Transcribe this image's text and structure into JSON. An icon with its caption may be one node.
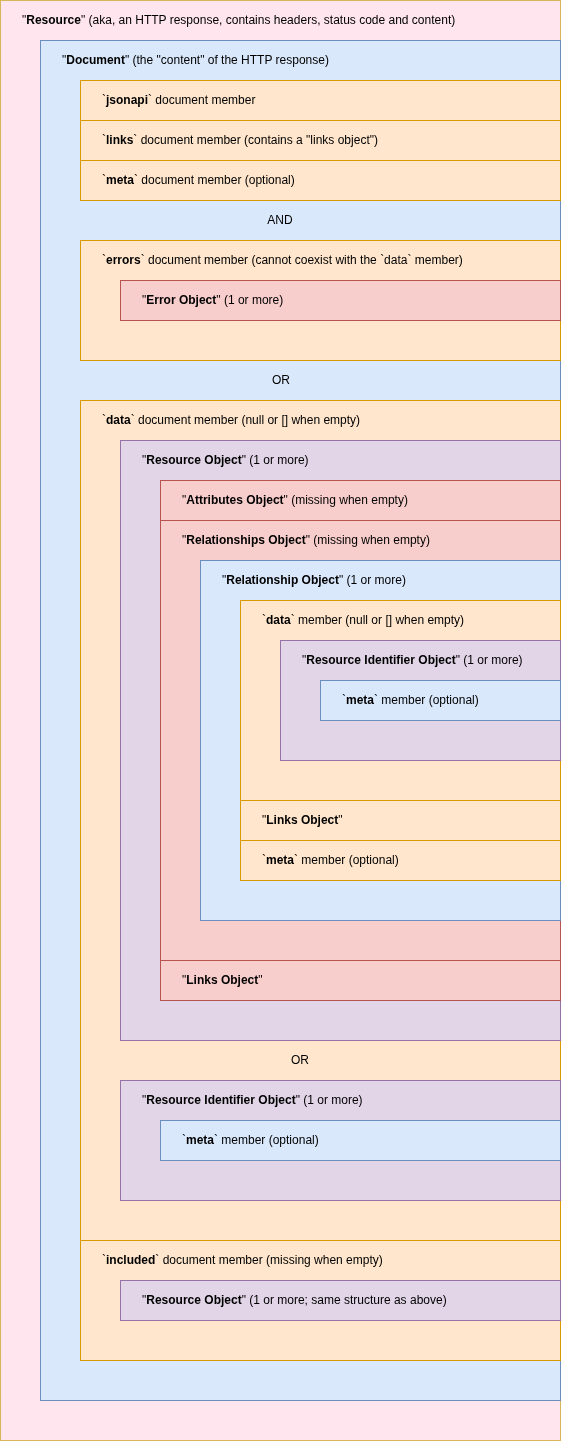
{
  "diagram": {
    "nodes": [
      {
        "text": [
          "\"**Resource**\" (aka, an HTTP response, contains headers, status code and content)"
        ]
      },
      {
        "text": [
          "\"**Document**\" (the \"content\" of the HTTP response)"
        ],
        "in": 0
      },
      {
        "text": [
          "`**jsonapi**` document member"
        ],
        "in": 1
      },
      {
        "text": [
          "`**links**` document member (contains a \"links object\")"
        ],
        "in": 1
      },
      {
        "text": [
          "`**meta**` document member (optional)"
        ],
        "in": 1
      },
      {
        "text": [
          "`**errors**` document member (cannot coexist with the `data` member)"
        ],
        "in": 1
      },
      {
        "text": [
          "\"**Error Object**\" (1 or more)"
        ],
        "in": 5
      },
      {
        "text": [
          "`**data**` document member (null or [] when empty)"
        ],
        "in": 1
      },
      {
        "text": [
          "\"**Resource Object**\" (1 or more)"
        ],
        "in": 7
      },
      {
        "text": [
          "\"**Attributes Object**\" (missing when empty)"
        ],
        "in": 8
      },
      {
        "text": [
          "\"**Relationships Object**\" (missing when empty)"
        ],
        "in": 8
      },
      {
        "text": [
          "\"**Relationship Object**\" (1 or more)"
        ],
        "in": 10
      },
      {
        "text": [
          "`**data**` member (null or [] when empty)"
        ],
        "in": 11
      },
      {
        "text": [
          "\"**Resource Identifier Object**\" (1 or more)"
        ],
        "in": 12
      },
      {
        "text": [
          "`**meta**` member (optional)"
        ],
        "in": 13
      },
      {
        "text": [
          "\"**Links Object**\""
        ],
        "in": 11
      },
      {
        "text": [
          "`**meta**` member (optional)"
        ],
        "in": 11
      },
      {
        "text": [
          "\"**Links Object**\""
        ],
        "in": 8
      },
      {
        "text": [
          "\"**Resource Identifier Object**\" (1 or more)"
        ],
        "in": 7
      },
      {
        "text": [
          "`**meta**` member (optional)"
        ],
        "in": 18
      },
      {
        "text": [
          "`**included**` document member (missing when empty)"
        ],
        "in": 1
      },
      {
        "text": [
          "\"**Resource Object**\" (1 or more; same structure as above)"
        ],
        "in": 20
      }
    ],
    "labels": [
      "AND",
      "OR",
      "OR"
    ]
  }
}
